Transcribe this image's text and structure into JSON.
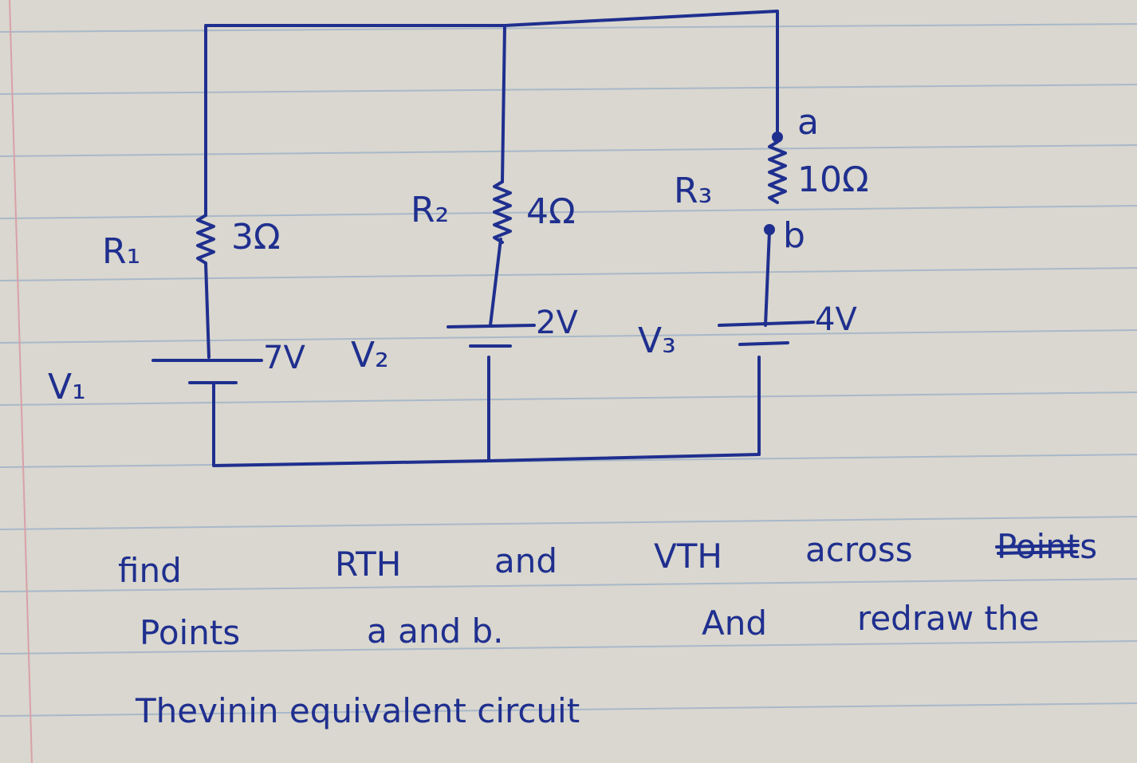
{
  "circuit": {
    "r1_name": "R₁",
    "r1_value": "3Ω",
    "r2_name": "R₂",
    "r2_value": "4Ω",
    "r3_name": "R₃",
    "r3_value": "10Ω",
    "v1_name": "V₁",
    "v1_value": "7V",
    "v2_name": "V₂",
    "v2_value": "2V",
    "v3_name": "V₃",
    "v3_value": "4V",
    "node_a": "a",
    "node_b": "b"
  },
  "question": {
    "line1_find": "find",
    "line1_rth": "RTH",
    "line1_and": "and",
    "line1_vth": "VTH",
    "line1_across": "across",
    "line1_struck": "Points",
    "line2_points": "Points",
    "line2_ab": "a and b.",
    "line2_and": "And",
    "line2_redraw": "redraw the",
    "line3": "Thevinin equivalent circuit"
  },
  "colors": {
    "ink": "#1f2f8f",
    "paper": "#d9d7cf",
    "rule": "#9fb3c8",
    "margin": "#d9a0a8"
  }
}
